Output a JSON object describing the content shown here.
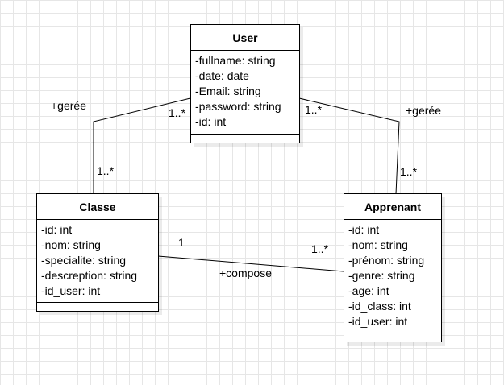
{
  "classes": {
    "user": {
      "name": "User",
      "attributes": [
        "-fullname: string",
        "-date: date",
        "-Email: string",
        "-password: string",
        "-id: int"
      ]
    },
    "classe": {
      "name": "Classe",
      "attributes": [
        "-id: int",
        "-nom: string",
        "-specialite: string",
        "-descreption: string",
        "-id_user: int"
      ]
    },
    "apprenant": {
      "name": "Apprenant",
      "attributes": [
        "-id: int",
        "-nom: string",
        "-prénom: string",
        "-genre: string",
        "-age: int",
        "-id_class: int",
        "-id_user: int"
      ]
    }
  },
  "associations": {
    "user_classe": {
      "role": "+gerée",
      "mult_user": "1..*",
      "mult_other": "1..*"
    },
    "user_apprenant": {
      "role": "+gerée",
      "mult_user": "1..*",
      "mult_other": "1..*"
    },
    "classe_apprenant": {
      "role": "+compose",
      "mult_classe": "1",
      "mult_apprenant": "1..*"
    }
  }
}
